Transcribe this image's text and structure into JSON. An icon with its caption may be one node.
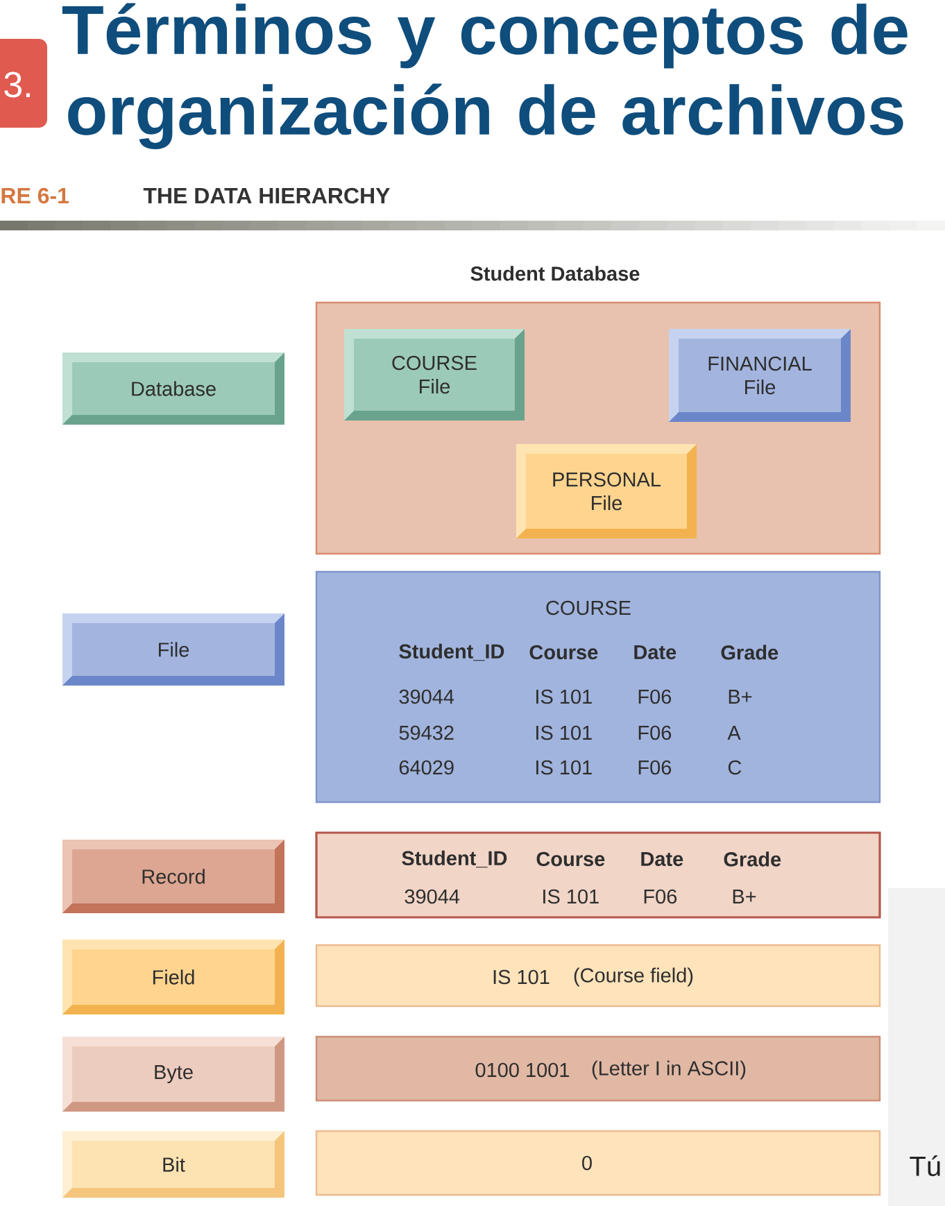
{
  "diagram": {
    "title": "Términos y conceptos de organización de archivos",
    "nodes": [
      {
        "text": [
          "Database"
        ]
      },
      {
        "text": [
          "Student Database"
        ]
      },
      {
        "text": [
          "COURSE File"
        ],
        "in": 1
      },
      {
        "text": [
          "FINANCIAL File"
        ],
        "in": 1
      },
      {
        "text": [
          "PERSONAL File"
        ],
        "in": 1
      },
      {
        "text": [
          "File"
        ]
      },
      {
        "text": [
          "COURSE",
          "Student_ID",
          "Course",
          "Date",
          "Grade",
          "39044",
          "IS 101",
          "F06",
          "B+",
          "59432",
          "IS 101",
          "F06",
          "A",
          "64029",
          "IS 101",
          "F06",
          "C"
        ]
      },
      {
        "text": [
          "Record"
        ]
      },
      {
        "text": [
          "Student_ID",
          "Course",
          "Date",
          "Grade",
          "39044",
          "IS 101",
          "F06",
          "B+"
        ]
      },
      {
        "text": [
          "Field"
        ]
      },
      {
        "text": [
          "IS 101",
          "(Course field)"
        ]
      },
      {
        "text": [
          "Byte"
        ]
      },
      {
        "text": [
          "0100 1001",
          "(Letter I in ASCII)"
        ]
      },
      {
        "text": [
          "Bit"
        ]
      },
      {
        "text": [
          "0"
        ]
      }
    ],
    "labels": [
      "3.",
      "RE 6-1",
      "THE DATA HIERARCHY",
      "Tú"
    ]
  }
}
